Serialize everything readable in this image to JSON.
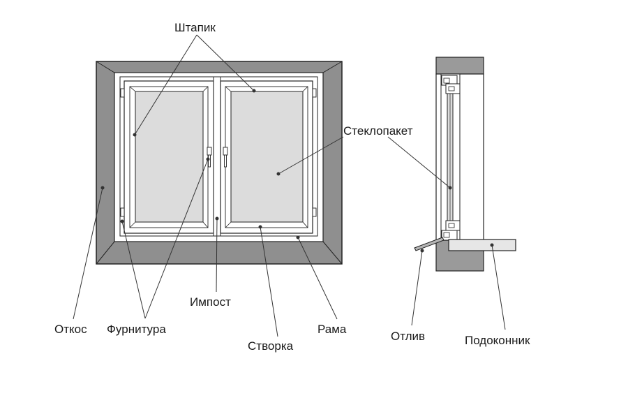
{
  "labels": {
    "shtapik": "Штапик",
    "steklopaket": "Стеклопакет",
    "impost": "Импост",
    "otkos": "Откос",
    "furnitura": "Фурнитура",
    "rama": "Рама",
    "stvorka": "Створка",
    "otliv": "Отлив",
    "podokonnik": "Подоконник"
  },
  "colors": {
    "reveal": "#8f8f8f",
    "wall_section": "#9a9a9a",
    "glass": "#dcdcdc",
    "frame": "#ffffff",
    "sill": "#e6e6e6",
    "stroke": "#222222",
    "leader": "#333333"
  }
}
